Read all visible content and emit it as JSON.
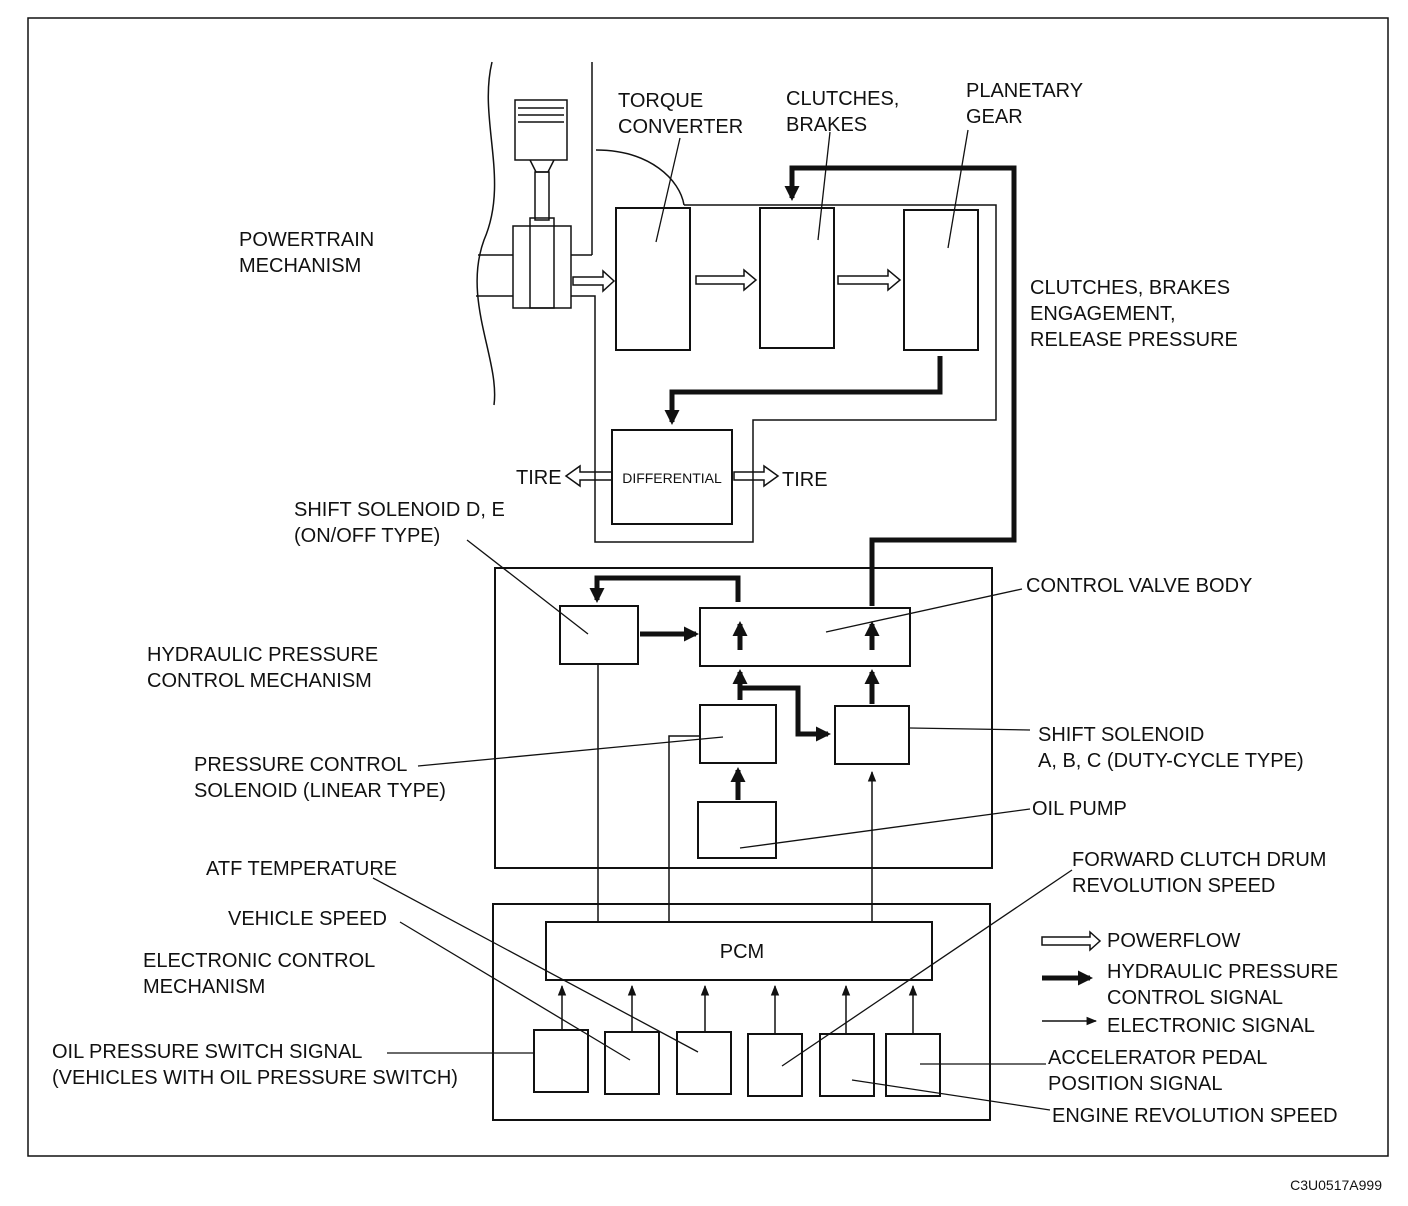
{
  "code": "C3U0517A999",
  "sections": {
    "powertrain": [
      "POWERTRAIN",
      "MECHANISM"
    ],
    "hydraulic": [
      "HYDRAULIC PRESSURE",
      "CONTROL MECHANISM"
    ],
    "electronic": [
      "ELECTRONIC CONTROL",
      "MECHANISM"
    ]
  },
  "components": {
    "torque_converter": [
      "TORQUE",
      "CONVERTER"
    ],
    "clutches_brakes": [
      "CLUTCHES,",
      "BRAKES"
    ],
    "planetary_gear": [
      "PLANETARY",
      "GEAR"
    ],
    "engagement": [
      "CLUTCHES, BRAKES",
      "ENGAGEMENT,",
      "RELEASE PRESSURE"
    ],
    "differential": "DIFFERENTIAL",
    "tire_left": "TIRE",
    "tire_right": "TIRE",
    "shift_solenoid_de": [
      "SHIFT SOLENOID D, E",
      "(ON/OFF TYPE)"
    ],
    "control_valve_body": "CONTROL VALVE BODY",
    "pressure_control_solenoid": [
      "PRESSURE CONTROL",
      "SOLENOID (LINEAR TYPE)"
    ],
    "shift_solenoid_abc": [
      "SHIFT SOLENOID",
      "A, B, C (DUTY-CYCLE TYPE)"
    ],
    "oil_pump": "OIL PUMP",
    "pcm": "PCM"
  },
  "inputs": {
    "atf_temperature": "ATF TEMPERATURE",
    "vehicle_speed": "VEHICLE SPEED",
    "forward_clutch": [
      "FORWARD CLUTCH DRUM",
      "REVOLUTION SPEED"
    ],
    "oil_pressure_switch": [
      "OIL PRESSURE SWITCH SIGNAL",
      "(VEHICLES WITH OIL PRESSURE SWITCH)"
    ],
    "accelerator_pedal": [
      "ACCELERATOR PEDAL",
      "POSITION SIGNAL"
    ],
    "engine_revolution": "ENGINE REVOLUTION SPEED"
  },
  "legend": {
    "powerflow": "POWERFLOW",
    "hydraulic_signal": [
      "HYDRAULIC PRESSURE",
      "CONTROL SIGNAL"
    ],
    "electronic_signal": "ELECTRONIC SIGNAL"
  }
}
